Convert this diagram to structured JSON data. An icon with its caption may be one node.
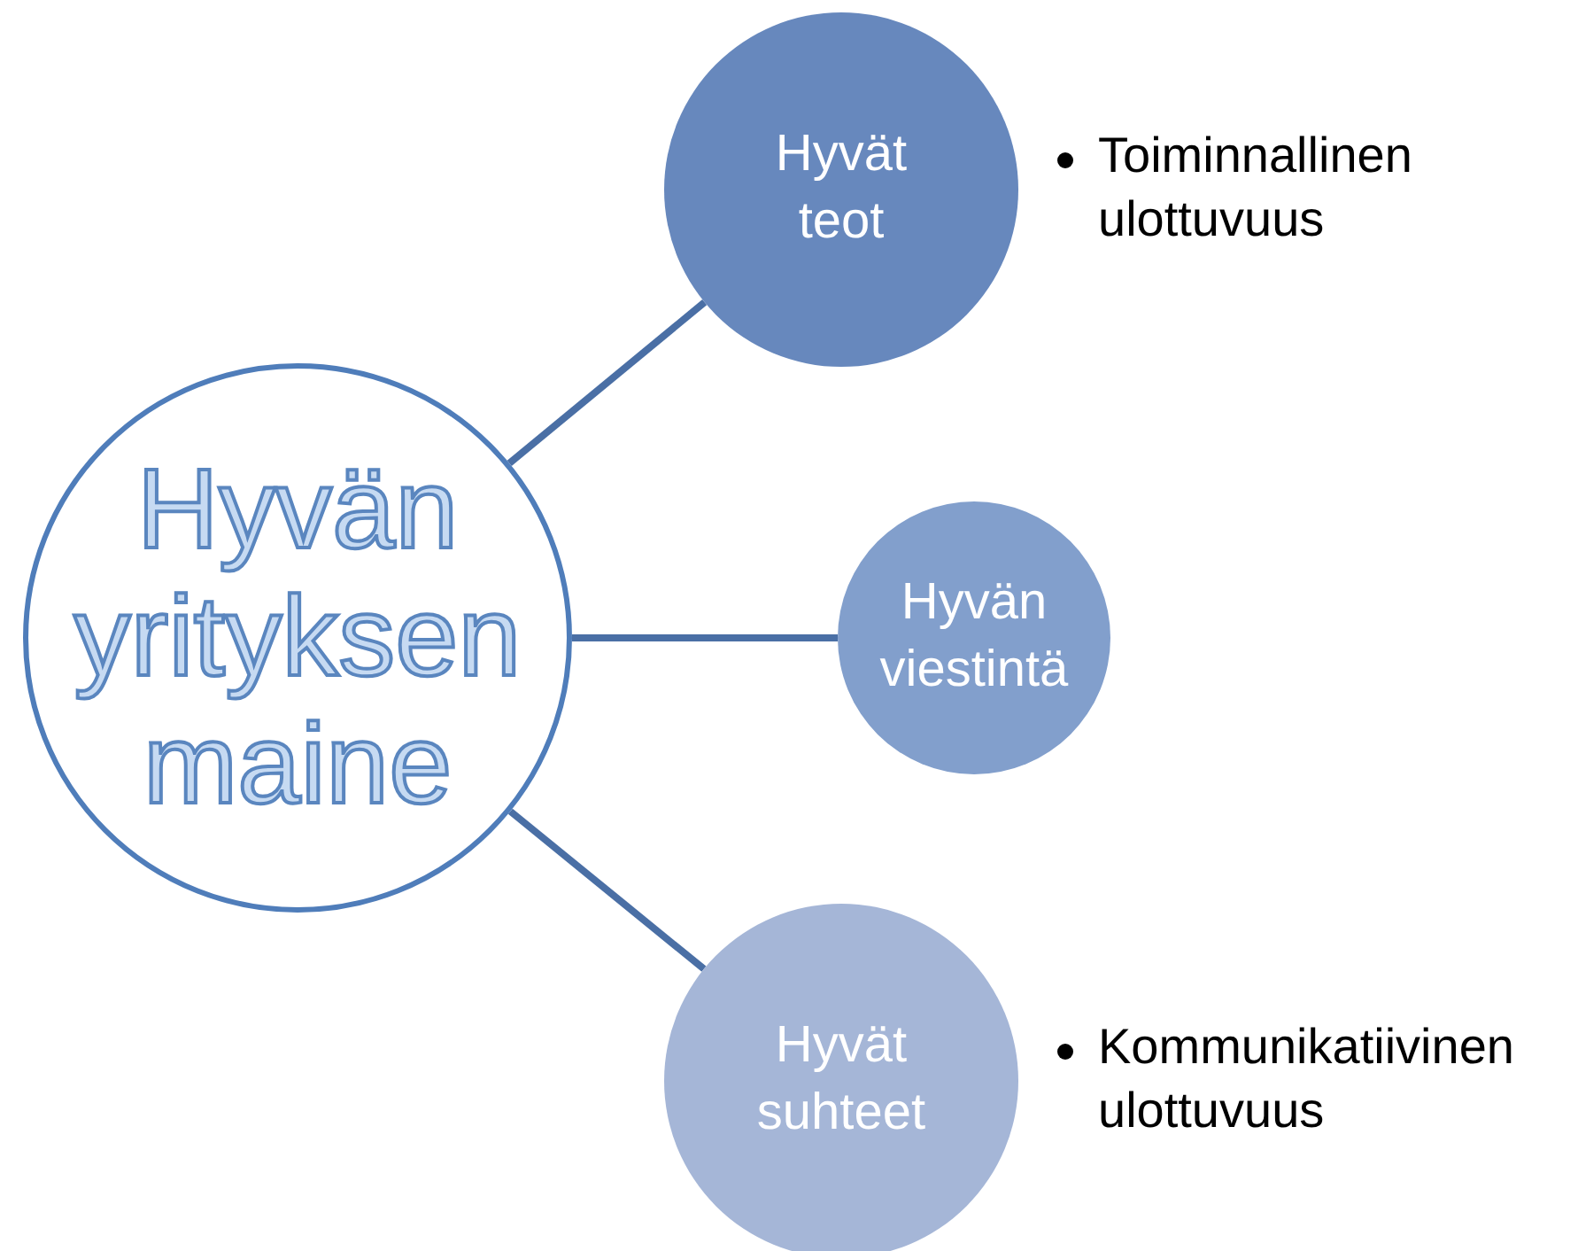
{
  "diagram": {
    "nodes": [
      {
        "text": [
          "Hyvän yrityksen maine"
        ]
      },
      {
        "text": [
          "Hyvät teot"
        ],
        "beside": [
          "Toiminnallinen ulottuvuus"
        ]
      },
      {
        "text": [
          "Hyvän viestintä"
        ]
      },
      {
        "text": [
          "Hyvät suhteet"
        ],
        "beside": [
          "Kommunikatiivinen ulottuvuus"
        ]
      }
    ],
    "edges": [
      {
        "from": 0,
        "to": 1,
        "arrow": "none"
      },
      {
        "from": 0,
        "to": 2,
        "arrow": "none"
      },
      {
        "from": 0,
        "to": 3,
        "arrow": "none"
      }
    ]
  }
}
